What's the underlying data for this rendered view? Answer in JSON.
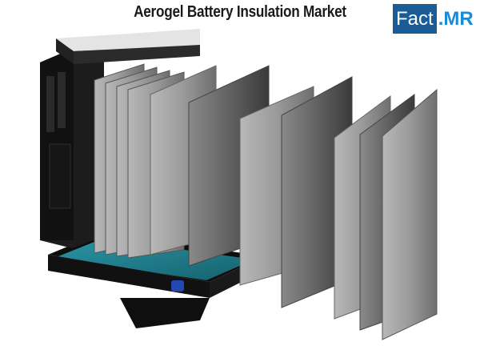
{
  "title": "Aerogel Battery Insulation Market",
  "logo": {
    "part1": "Fact",
    "part2": ".MR",
    "brand_color": "#1b5b96",
    "accent_color": "#1b8ad8"
  },
  "image": {
    "subject": "battery-module-exploded-illustration",
    "colors": {
      "housing": "#1c1c1c",
      "base_tray": "#1e7c8c",
      "cells": "#8d8d8d",
      "connector_red": "#c9262c",
      "connector_blue": "#2447b3"
    }
  }
}
